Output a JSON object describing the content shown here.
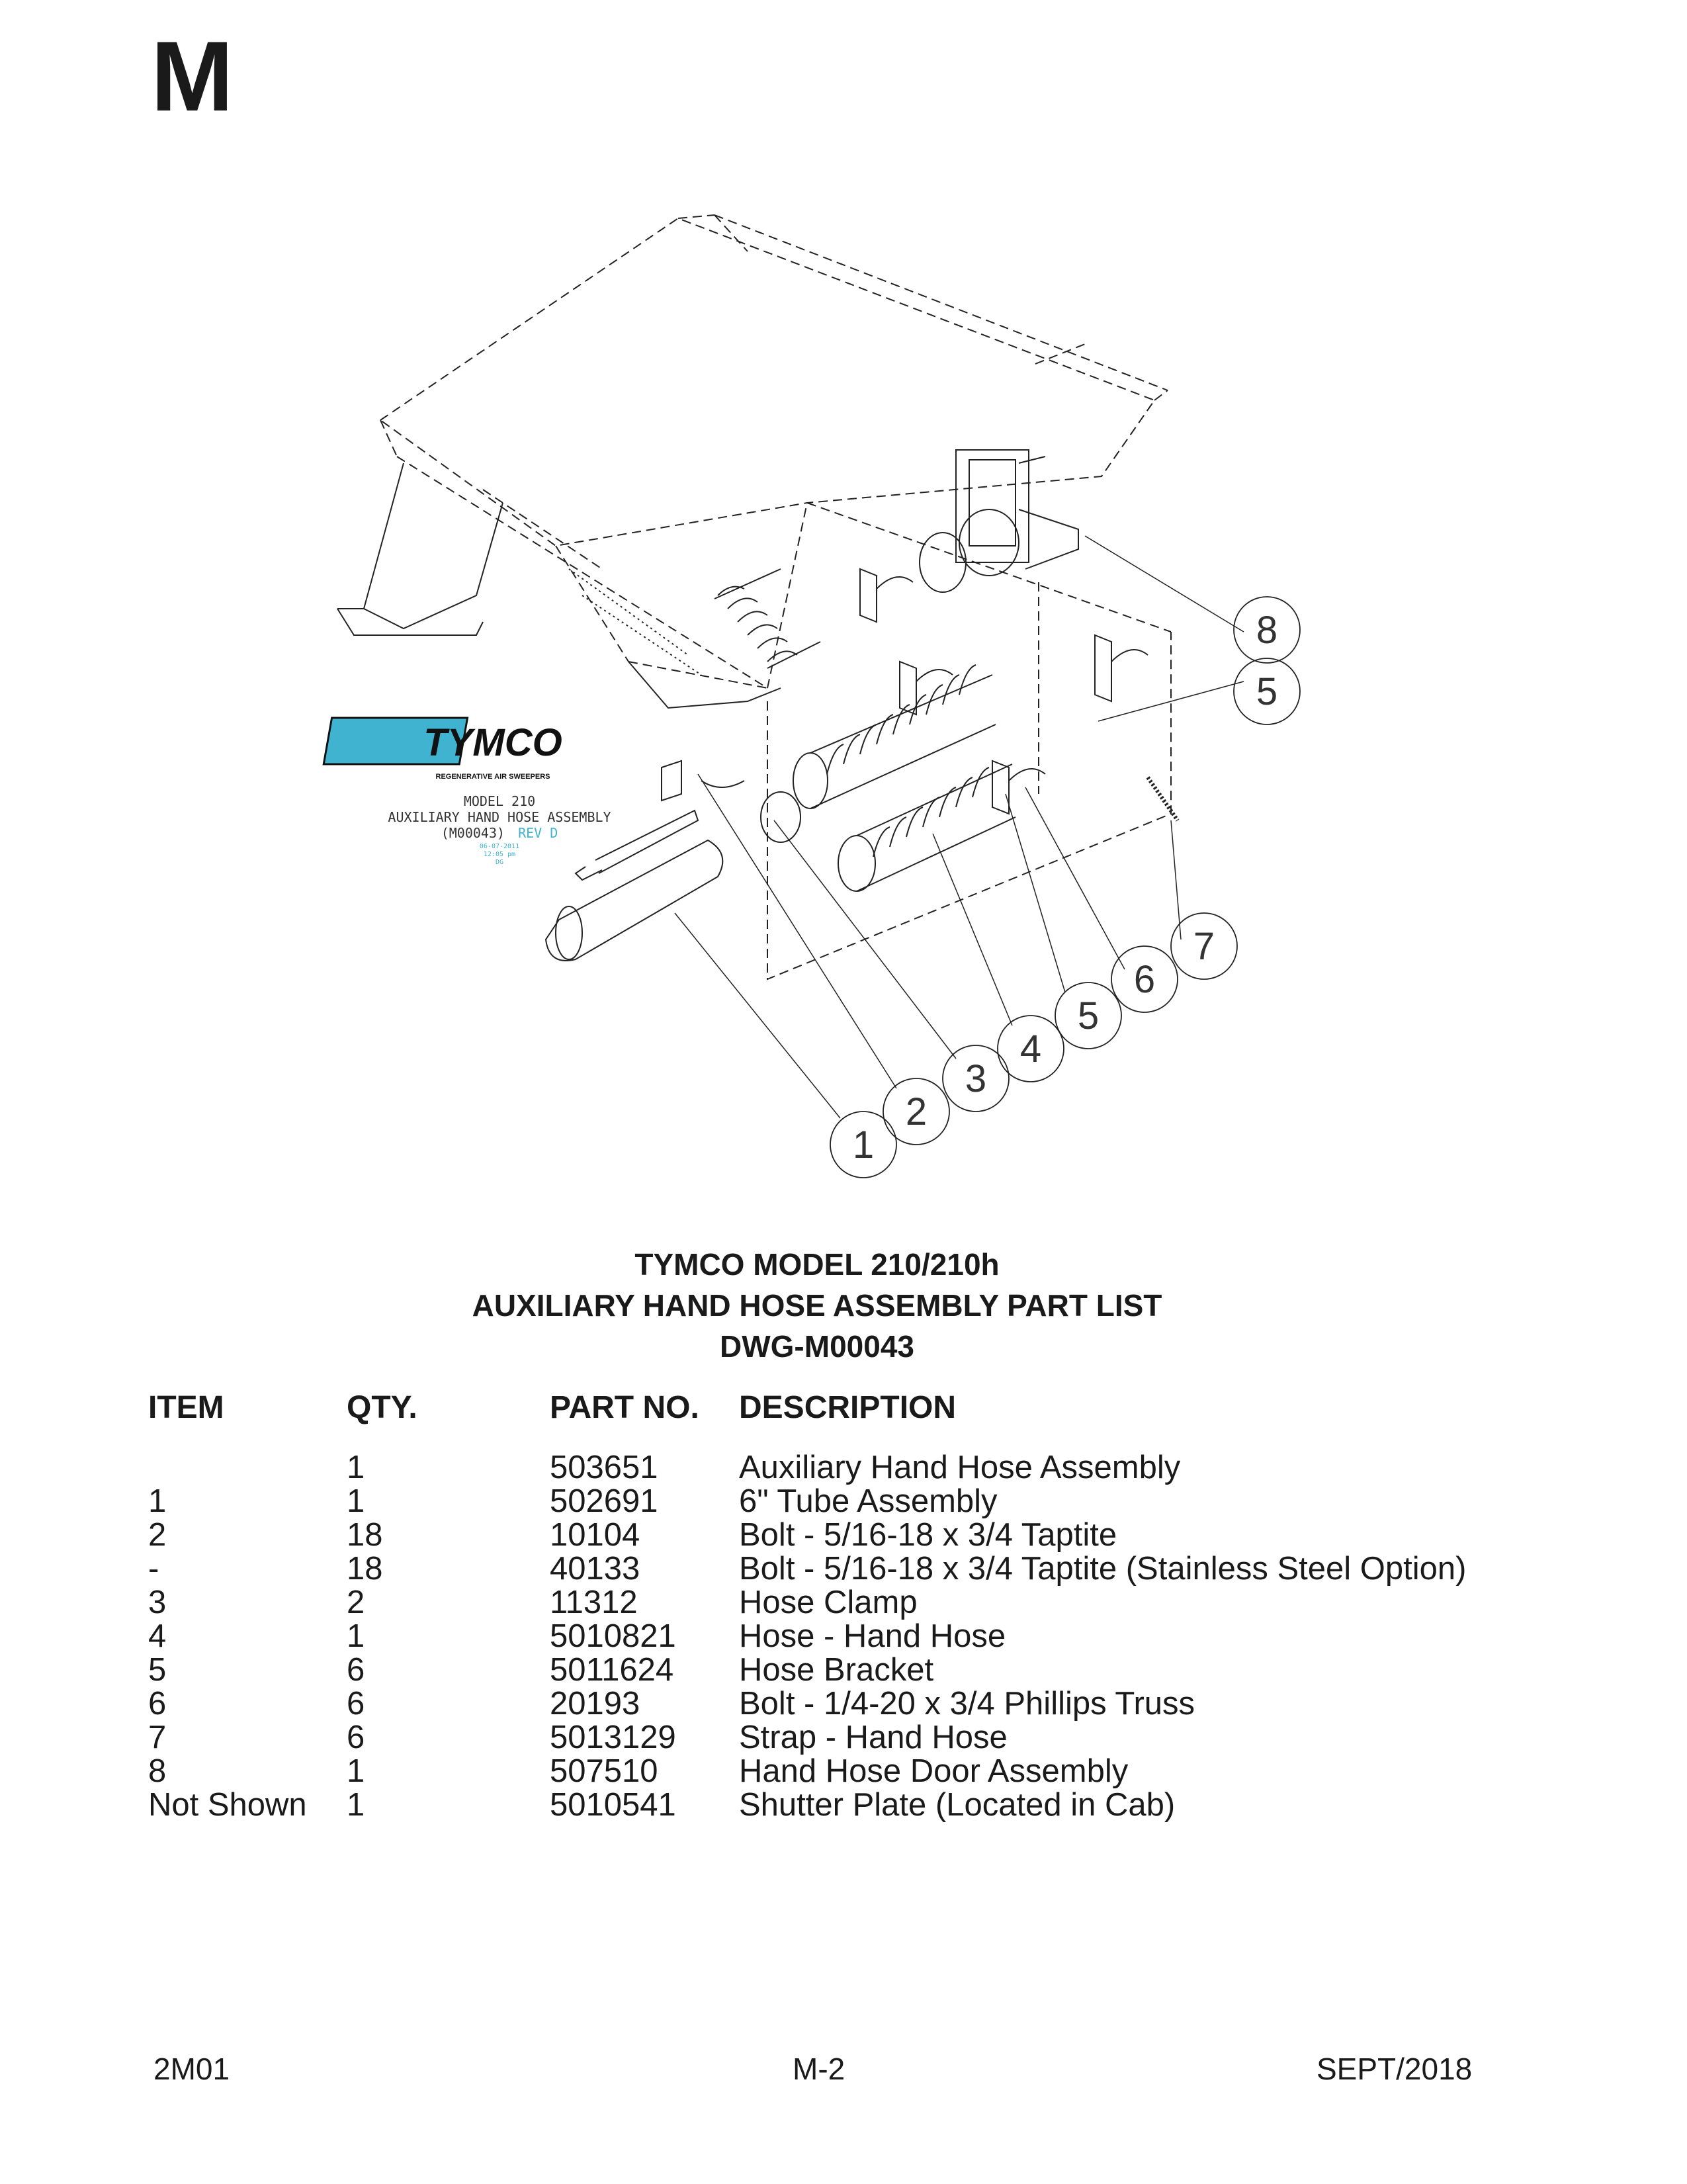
{
  "section_letter": "M",
  "drawing": {
    "logo_text": "TYMCO",
    "logo_tagline": "REGENERATIVE AIR SWEEPERS",
    "stamp_lines": [
      "MODEL 210",
      "AUXILIARY HAND HOSE ASSEMBLY",
      "(M00043)"
    ],
    "stamp_rev": "REV D",
    "stamp_date_lines": [
      "06-07-2011",
      "12:05 pm",
      "DG"
    ],
    "callouts": [
      "1",
      "2",
      "3",
      "4",
      "5",
      "6",
      "7",
      "8",
      "5"
    ],
    "accent_color": "#3fb3cf"
  },
  "title": {
    "line1": "TYMCO MODEL 210/210h",
    "line2": "AUXILIARY HAND HOSE ASSEMBLY PART LIST",
    "line3": "DWG-M00043"
  },
  "parts_table": {
    "headers": {
      "item": "ITEM",
      "qty": "QTY.",
      "part_no": "PART NO.",
      "description": "DESCRIPTION"
    },
    "rows": [
      {
        "item": "",
        "qty": "1",
        "part_no": "503651",
        "description": "Auxiliary Hand Hose Assembly"
      },
      {
        "item": "1",
        "qty": "1",
        "part_no": "502691",
        "description": "6\" Tube Assembly"
      },
      {
        "item": "2",
        "qty": "18",
        "part_no": "10104",
        "description": "Bolt - 5/16-18 x 3/4 Taptite"
      },
      {
        "item": "-",
        "qty": "18",
        "part_no": "40133",
        "description": "Bolt - 5/16-18 x 3/4 Taptite (Stainless Steel Option)"
      },
      {
        "item": "3",
        "qty": "2",
        "part_no": "11312",
        "description": "Hose Clamp"
      },
      {
        "item": "4",
        "qty": "1",
        "part_no": "5010821",
        "description": "Hose - Hand Hose"
      },
      {
        "item": "5",
        "qty": "6",
        "part_no": "5011624",
        "description": "Hose Bracket"
      },
      {
        "item": "6",
        "qty": "6",
        "part_no": "20193",
        "description": "Bolt - 1/4-20 x 3/4 Phillips Truss"
      },
      {
        "item": "7",
        "qty": "6",
        "part_no": "5013129",
        "description": "Strap - Hand Hose"
      },
      {
        "item": "8",
        "qty": "1",
        "part_no": "507510",
        "description": "Hand Hose Door Assembly"
      },
      {
        "item": "Not Shown",
        "qty": "1",
        "part_no": "5010541",
        "description": "Shutter Plate (Located in Cab)"
      }
    ]
  },
  "footer": {
    "left": "2M01",
    "center": "M-2",
    "right": "SEPT/2018"
  }
}
